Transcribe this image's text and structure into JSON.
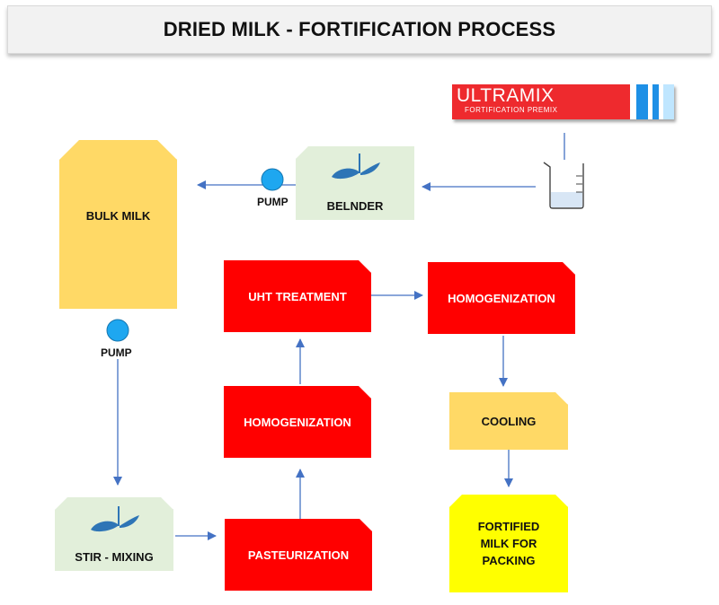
{
  "title": "DRIED MILK - FORTIFICATION PROCESS",
  "logo": {
    "name": "ULTRAMIX",
    "subtitle": "FORTIFICATION PREMIX",
    "colors": {
      "background": "#ee2a2e",
      "stripe_blue": "#1e90e6",
      "stripe_light": "#bfe6ff"
    }
  },
  "nodes": {
    "bulk_milk": "BULK MILK",
    "blender": "BELNDER",
    "pump_top": "PUMP",
    "pump_left": "PUMP",
    "stir_mixing": "STIR - MIXING",
    "pasteurization": "PASTEURIZATION",
    "homogenization_1": "HOMOGENIZATION",
    "uht_treatment": "UHT TREATMENT",
    "homogenization_2": "HOMOGENIZATION",
    "cooling": "COOLING",
    "fortified_line1": "FORTIFIED",
    "fortified_line2": "MILK FOR",
    "fortified_line3": "PACKING"
  },
  "icons": {
    "beaker": "beaker-icon",
    "mixer": "mixer-blade-icon",
    "pump": "pump-icon"
  },
  "colors": {
    "process_red": "#ff0000",
    "amber": "#ffd966",
    "light_green": "#e2efda",
    "yellow": "#ffff00",
    "arrow_blue": "#4472c4",
    "pump_blue": "#1ea7f0"
  }
}
